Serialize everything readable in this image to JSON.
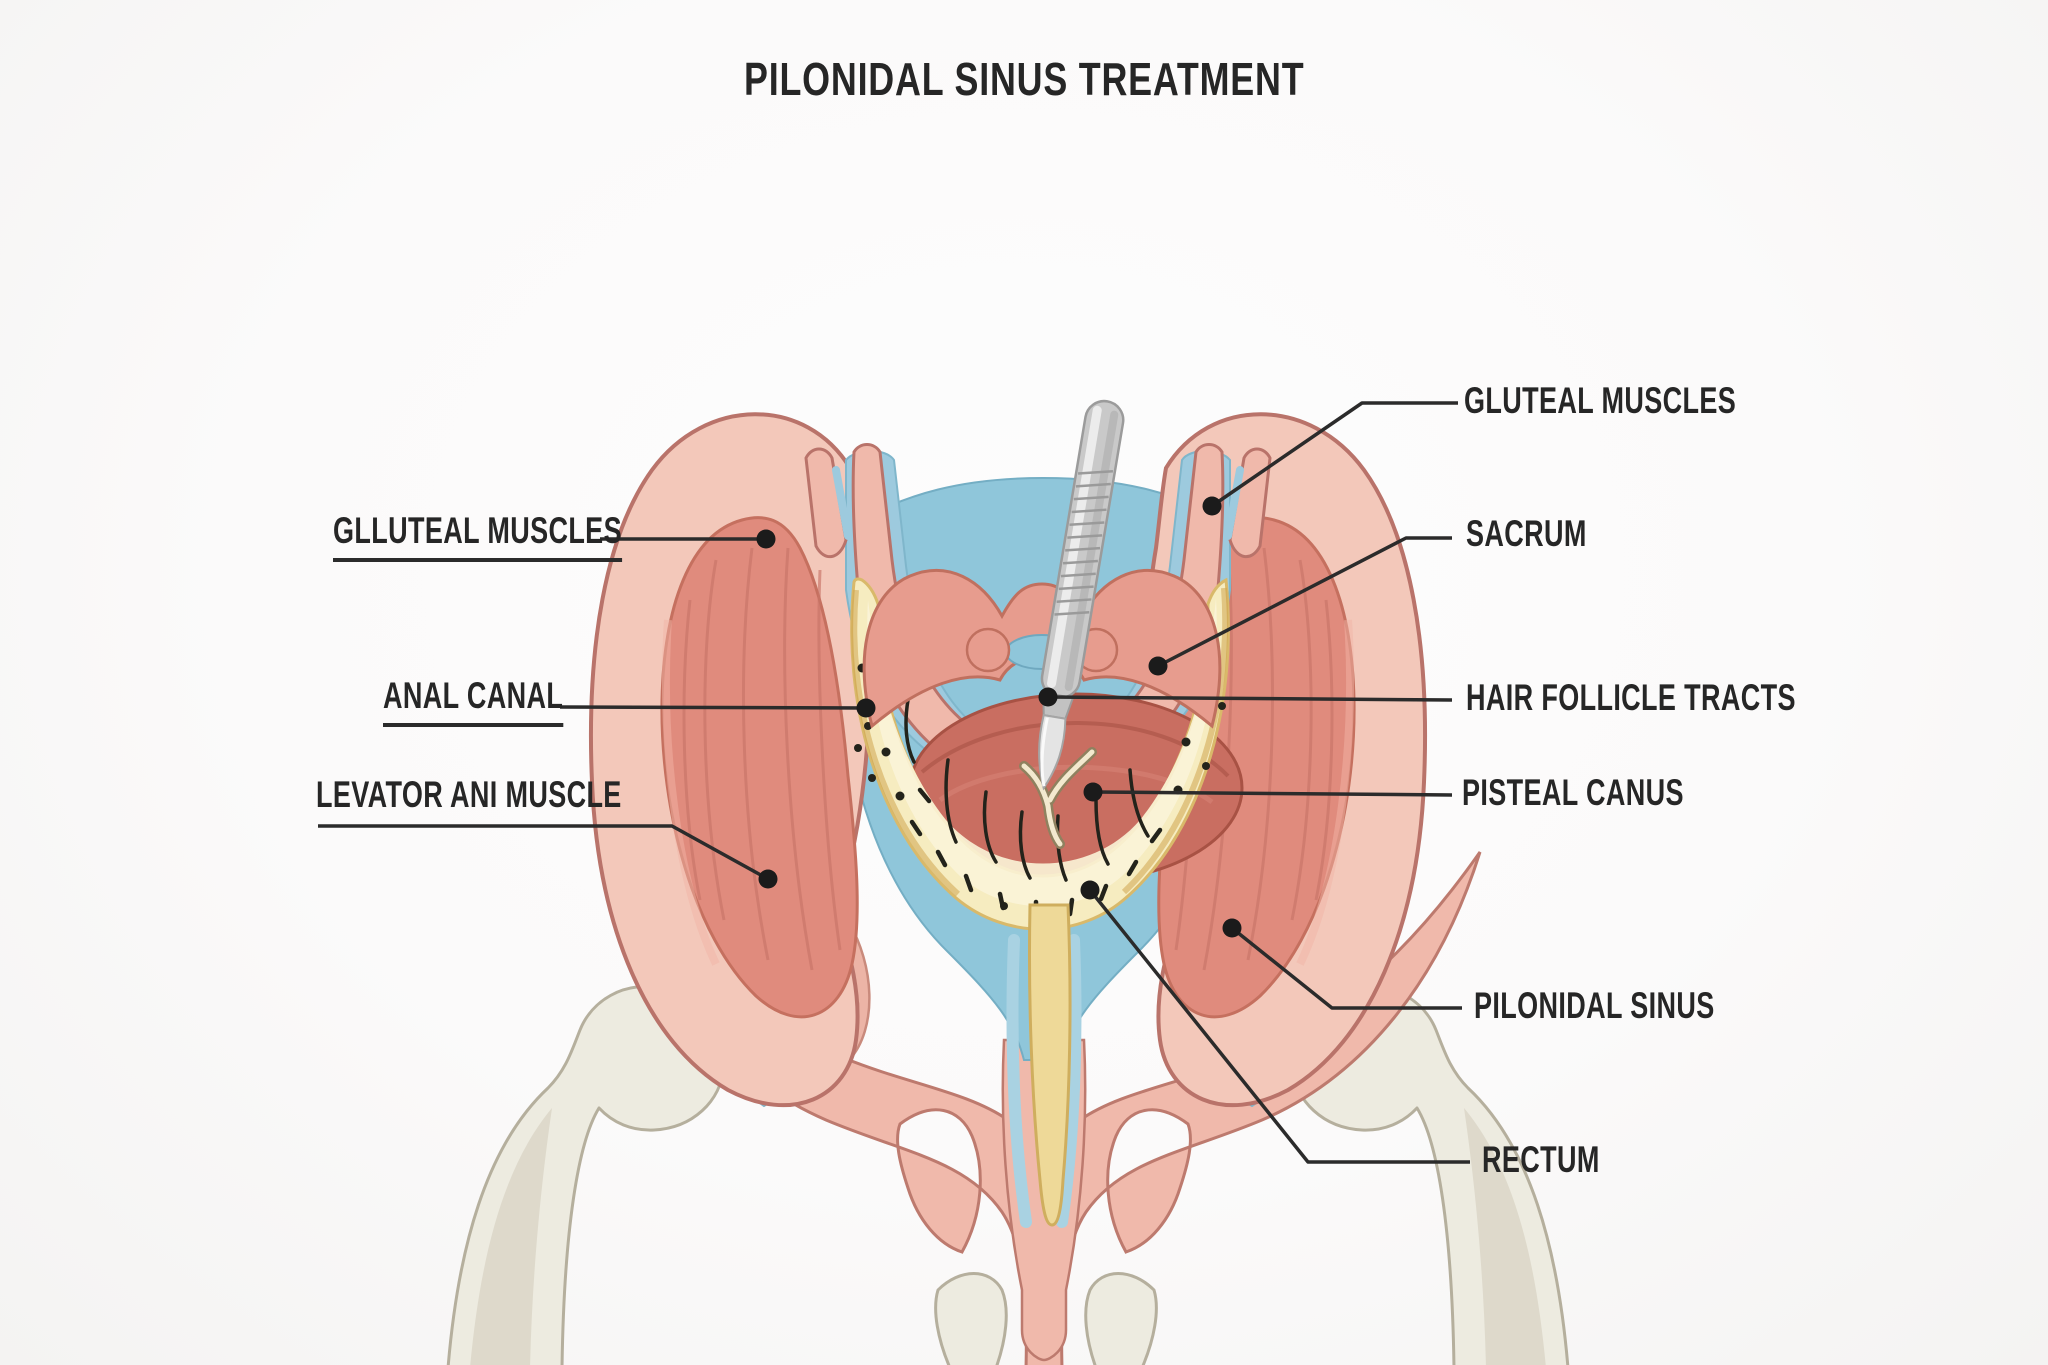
{
  "title": "PILONIDAL SINUS TREATMENT",
  "labels": {
    "left": [
      {
        "text": "GLLUTEAL MUSCLES",
        "underlined": true
      },
      {
        "text": "ANAL CANAL",
        "underlined": true
      },
      {
        "text": "LEVATOR ANI MUSCLE",
        "underlined": false
      }
    ],
    "right": [
      {
        "text": "GLUTEAL MUSCLES"
      },
      {
        "text": "SACRUM"
      },
      {
        "text": "HAIR FOLLICLE TRACTS"
      },
      {
        "text": "PISTEAL CANUS"
      },
      {
        "text": "PILONIDAL SINUS"
      },
      {
        "text": "RECTUM"
      }
    ]
  },
  "colors": {
    "background": "#fbfafa",
    "skin_pink": "#f3c8ba",
    "skin_pink_deep": "#f0b9ab",
    "muscle_pink": "#e08b7d",
    "muscle_stria": "#c97568",
    "fold_pink": "#e79c8e",
    "fascia_blue": "#8fc6da",
    "fascia_blue_light": "#a9d2e2",
    "sinus_yellow": "#f6ecc0",
    "sinus_yellow_edge": "#d9b96a",
    "sinus_ochre": "#c79a4c",
    "rectum_red": "#c96e61",
    "bone_cream": "#edebe0",
    "outline_pink": "#b9736a",
    "scalpel_gray": "#c9c9c9",
    "hair_dark": "#23231b",
    "label_text": "#262626",
    "leader_line": "#2b2b2b"
  }
}
